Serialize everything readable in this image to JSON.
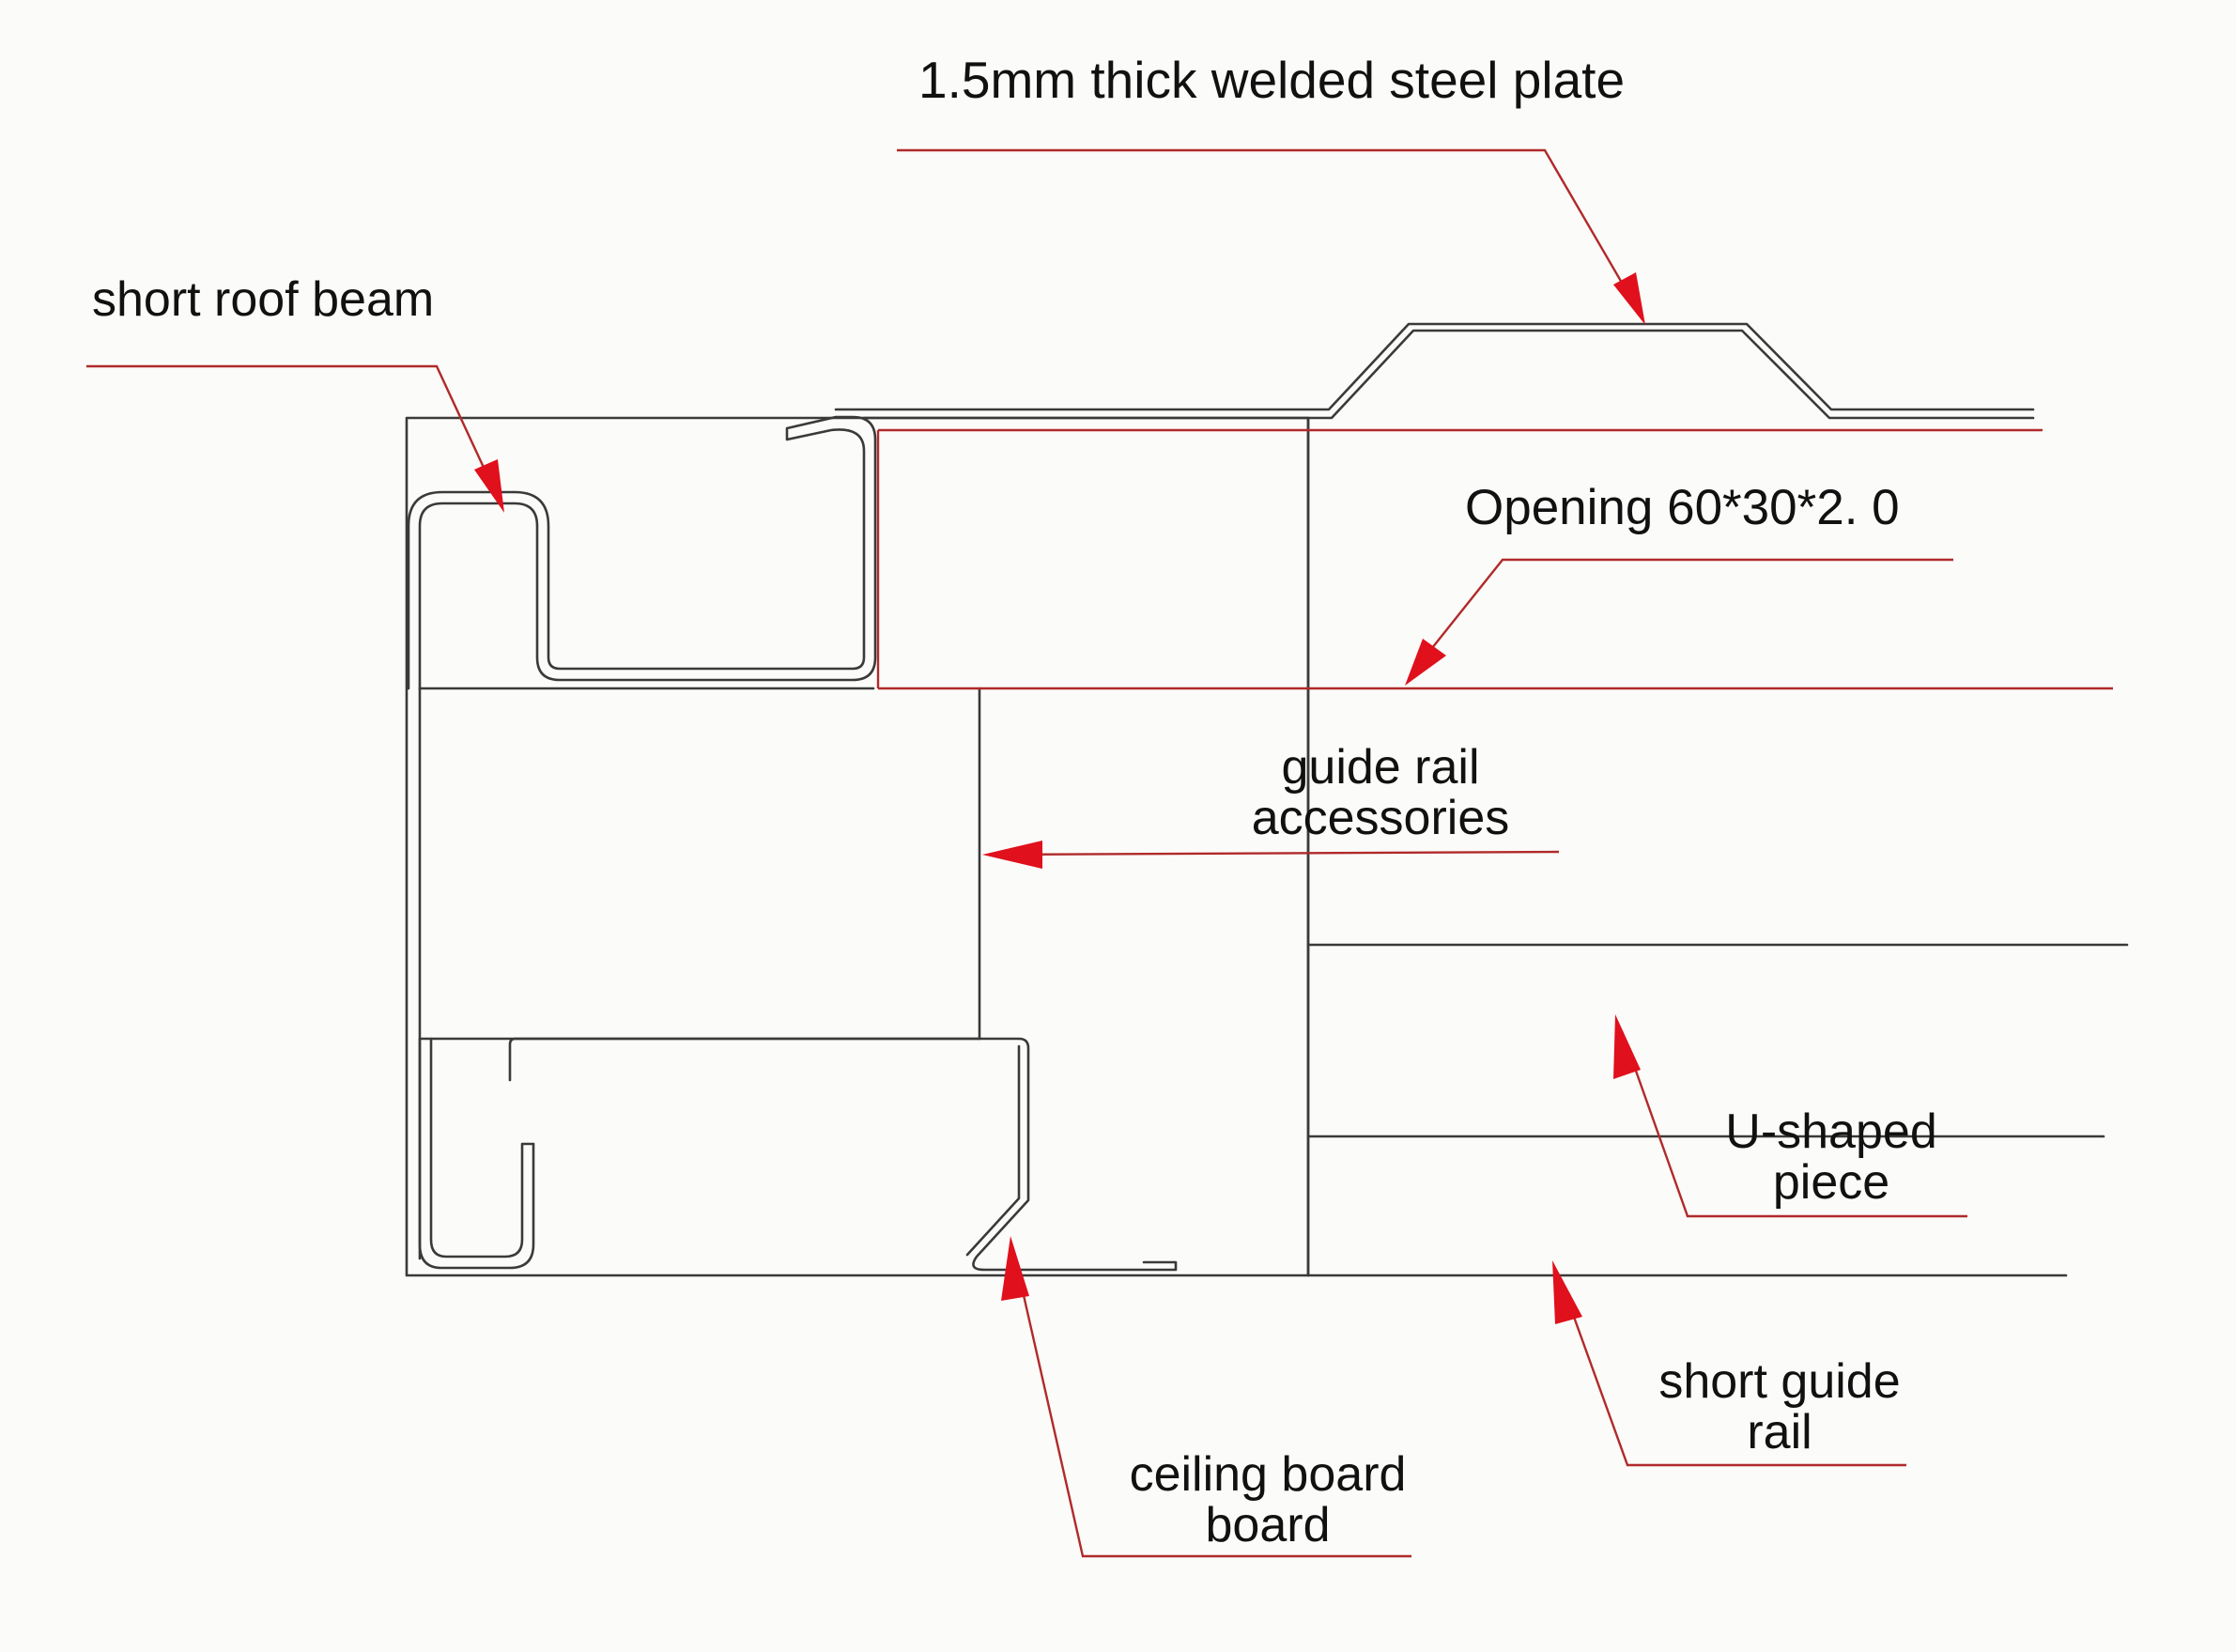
{
  "labels": {
    "steel_plate": "1.5mm thick welded steel plate",
    "roof_beam": "short roof beam",
    "opening": "Opening 60*30*2. 0",
    "guide_rail_accessories_line1": "guide rail",
    "guide_rail_accessories_line2": "accessories",
    "u_piece_line1": "U-shaped",
    "u_piece_line2": "piece",
    "short_guide_rail_line1": "short guide",
    "short_guide_rail_line2": "rail",
    "ceiling_board_line1": "ceiling board",
    "ceiling_board_line2": "board"
  },
  "colors": {
    "structure_line": "#3a3a3a",
    "leader_line": "#b02a2a",
    "arrowhead": "#e0101c",
    "background": "#fbfbf9"
  }
}
